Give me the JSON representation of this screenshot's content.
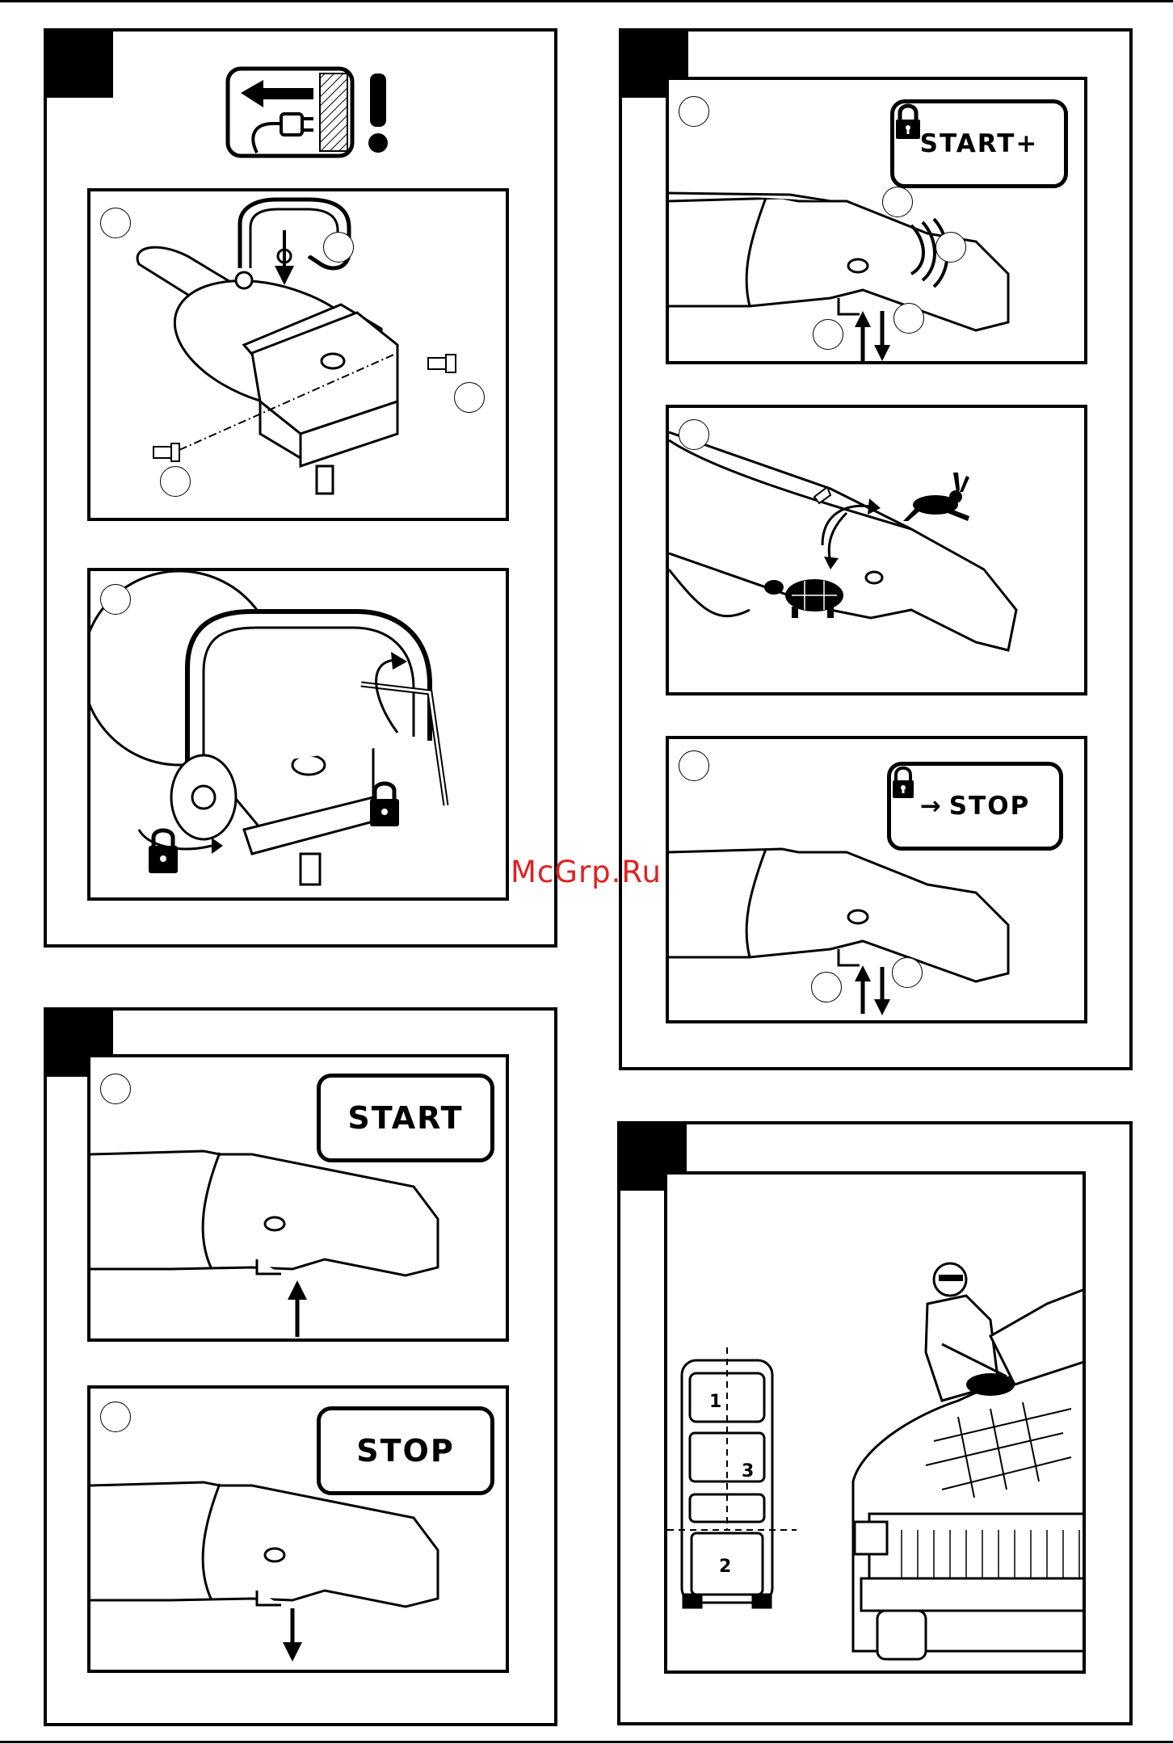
{
  "badges": {
    "start_lock": "START+",
    "lock_stop": "STOP",
    "start": "START",
    "stop": "STOP"
  },
  "zones": {
    "z1": "1",
    "z2": "2",
    "z3": "3"
  },
  "watermark": "McGrp.Ru",
  "colors": {
    "ink": "#000000",
    "watermark": "#e02020"
  },
  "icons": {
    "unplug": "unplug-warning-icon",
    "lock": "padlock-icon",
    "hare": "hare-fast-icon",
    "tortoise": "tortoise-slow-icon"
  }
}
